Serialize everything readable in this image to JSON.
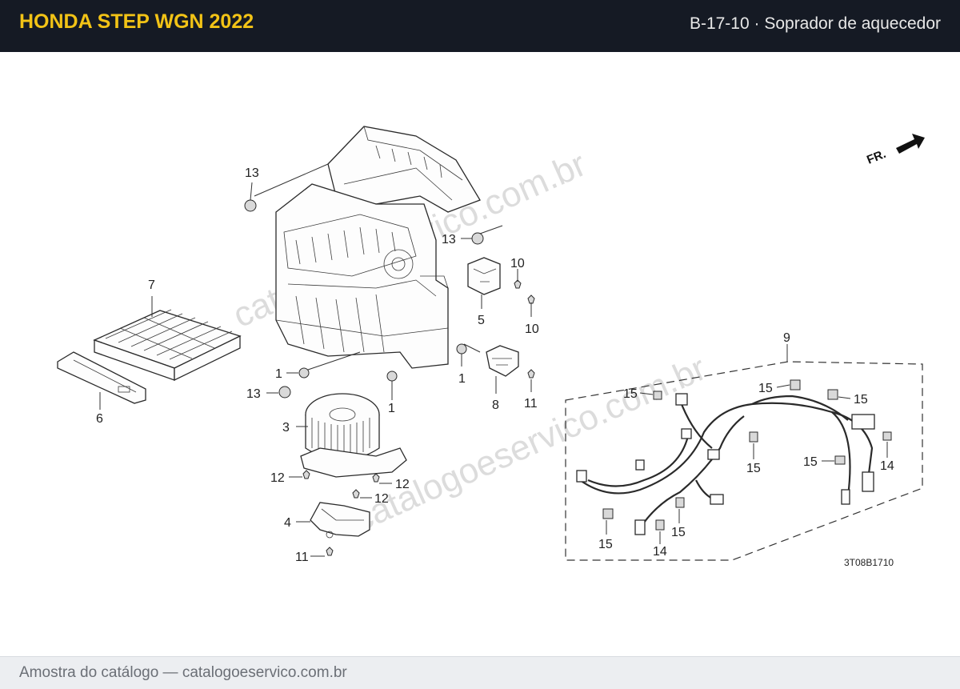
{
  "header": {
    "title": "HONDA STEP WGN 2022",
    "section": "B-17-10 · Soprador de aquecedor"
  },
  "diagram": {
    "orientation_marker": "FR.",
    "drawing_code": "3T08B1710",
    "watermark": "catalogoeservico.com.br",
    "labels": {
      "l13a": "13",
      "l13b": "13",
      "l13c": "13",
      "l10a": "10",
      "l10b": "10",
      "l5": "5",
      "l7": "7",
      "l6": "6",
      "l1a": "1",
      "l1b": "1",
      "l1c": "1",
      "l3": "3",
      "l8": "8",
      "l11a": "11",
      "l11b": "11",
      "l12a": "12",
      "l12b": "12",
      "l12c": "12",
      "l4": "4",
      "l9": "9",
      "l15a": "15",
      "l15b": "15",
      "l15c": "15",
      "l15d": "15",
      "l15e": "15",
      "l15f": "15",
      "l15g": "15",
      "l14a": "14",
      "l14b": "14"
    }
  },
  "footer": {
    "note": "Amostra do catálogo — catalogoeservico.com.br"
  }
}
